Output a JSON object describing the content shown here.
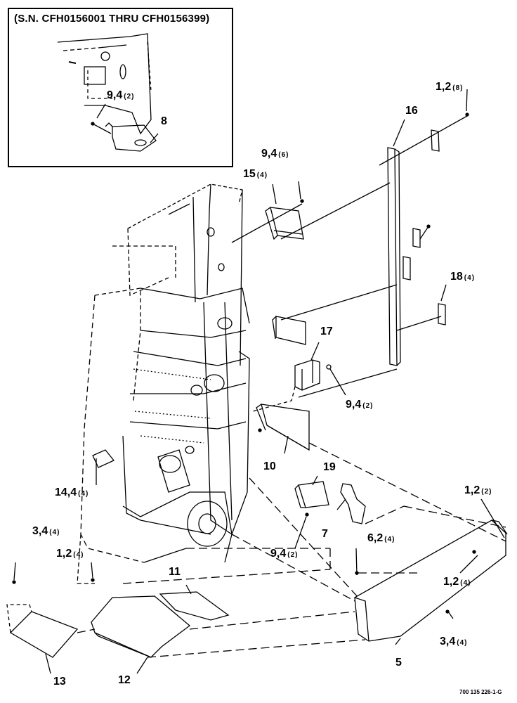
{
  "inset": {
    "title": "(S.N. CFH0156001 THRU CFH0156399)"
  },
  "labels": {
    "inset_9_4": {
      "num": "9,4",
      "qty": "(2)"
    },
    "inset_8": {
      "num": "8",
      "qty": ""
    },
    "l_1_2_top": {
      "num": "1,2",
      "qty": "(8)"
    },
    "l_16": {
      "num": "16",
      "qty": ""
    },
    "l_9_4_top": {
      "num": "9,4",
      "qty": "(6)"
    },
    "l_15": {
      "num": "15",
      "qty": "(4)"
    },
    "l_18": {
      "num": "18",
      "qty": "(4)"
    },
    "l_17": {
      "num": "17",
      "qty": ""
    },
    "l_9_4_mid": {
      "num": "9,4",
      "qty": "(2)"
    },
    "l_10": {
      "num": "10",
      "qty": ""
    },
    "l_19": {
      "num": "19",
      "qty": ""
    },
    "l_14_4": {
      "num": "14,4",
      "qty": "(4)"
    },
    "l_1_2_right": {
      "num": "1,2",
      "qty": "(2)"
    },
    "l_7": {
      "num": "7",
      "qty": ""
    },
    "l_9_4_low": {
      "num": "9,4",
      "qty": "(2)"
    },
    "l_6_2": {
      "num": "6,2",
      "qty": "(4)"
    },
    "l_3_4_left": {
      "num": "3,4",
      "qty": "(4)"
    },
    "l_1_2_left": {
      "num": "1,2",
      "qty": "(4)"
    },
    "l_11": {
      "num": "11",
      "qty": ""
    },
    "l_1_2_low": {
      "num": "1,2",
      "qty": "(4)"
    },
    "l_3_4_right": {
      "num": "3,4",
      "qty": "(4)"
    },
    "l_5": {
      "num": "5",
      "qty": ""
    },
    "l_13": {
      "num": "13",
      "qty": ""
    },
    "l_12": {
      "num": "12",
      "qty": ""
    }
  },
  "drawing_code": "700 135 226-1-G"
}
